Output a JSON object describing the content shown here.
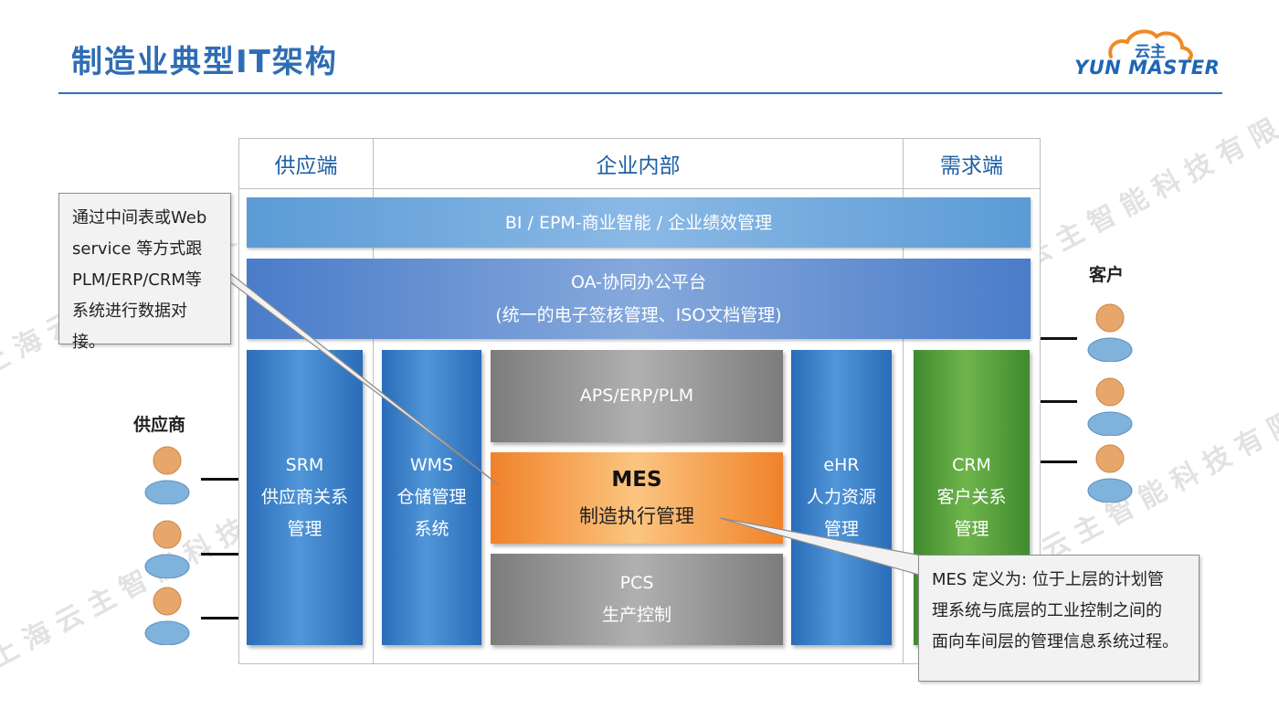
{
  "slide": {
    "title": "制造业典型IT架构",
    "logo": {
      "cn": "云主",
      "en": "YUN MASTER"
    },
    "watermark": "上海云主智能科技有限公司"
  },
  "diagram": {
    "headers": {
      "supply": "供应端",
      "internal": "企业内部",
      "demand": "需求端"
    },
    "bi_band": "BI / EPM-商业智能 / 企业绩效管理",
    "oa_band": {
      "line1": "OA-协同办公平台",
      "line2": "(统一的电子签核管理、ISO文档管理)"
    },
    "srm": {
      "line1": "SRM",
      "line2": "供应商关系",
      "line3": "管理"
    },
    "wms": {
      "line1": "WMS",
      "line2": "仓储管理",
      "line3": "系统"
    },
    "aps": "APS/ERP/PLM",
    "mes": {
      "title": "MES",
      "subtitle": "制造执行管理"
    },
    "pcs": {
      "line1": "PCS",
      "line2": "生产控制"
    },
    "ehr": {
      "line1": "eHR",
      "line2": "人力资源",
      "line3": "管理"
    },
    "crm": {
      "line1": "CRM",
      "line2": "客户关系",
      "line3": "管理"
    },
    "supplier_label": "供应商",
    "customer_label": "客户",
    "callout_left": [
      "通过中间表或Web",
      "service 等方式跟",
      "PLM/ERP/CRM等",
      "系统进行数据对接。"
    ],
    "callout_right": [
      "MES 定义为: 位于上层的计划管",
      "理系统与底层的工业控制之间的",
      "面向车间层的管理信息系统过程。"
    ]
  },
  "colors": {
    "title_blue": "#2e6db4",
    "system_blue": "#3a7fc6",
    "crm_green": "#5aa13d",
    "mes_orange": "#f4913a",
    "platform_grey": "#9a9a9a"
  },
  "icons": {
    "person": "user-icon"
  }
}
